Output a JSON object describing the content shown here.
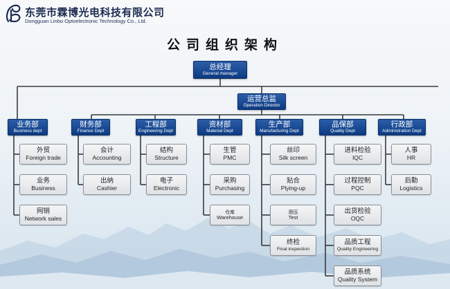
{
  "company": {
    "name_cn": "东莞市霖博光电科技有限公司",
    "name_en": "Dongguan Linbo Optoelectronic Technology Co., Ltd."
  },
  "title": "公司组织架构",
  "colors": {
    "dept_box": "#0d3b82",
    "sub_box": "#e6e8ea",
    "line": "#3a3a3a"
  },
  "general_manager": {
    "cn": "总经理",
    "en": "General manager"
  },
  "operation_director": {
    "cn": "运营总监",
    "en": "Operation Director"
  },
  "departments": [
    {
      "cn": "业务部",
      "en": "Business dept",
      "subs": [
        {
          "cn": "外贸",
          "en": "Foreign trade"
        },
        {
          "cn": "业务",
          "en": "Business"
        },
        {
          "cn": "网销",
          "en": "Network sales"
        }
      ]
    },
    {
      "cn": "财务部",
      "en": "Finance Dept",
      "subs": [
        {
          "cn": "会计",
          "en": "Accounting"
        },
        {
          "cn": "出纳",
          "en": "Cashier"
        }
      ]
    },
    {
      "cn": "工程部",
      "en": "Engineering Dept",
      "subs": [
        {
          "cn": "结构",
          "en": "Structure"
        },
        {
          "cn": "电子",
          "en": "Electronic"
        }
      ]
    },
    {
      "cn": "资材部",
      "en": "Material Dept",
      "subs": [
        {
          "cn": "生管",
          "en": "PMC"
        },
        {
          "cn": "采购",
          "en": "Purchasing"
        },
        {
          "cn": "仓库",
          "en": "Warehouse"
        }
      ]
    },
    {
      "cn": "生产部",
      "en": "Manufacturing Dept",
      "subs": [
        {
          "cn": "丝印",
          "en": "Silk screen"
        },
        {
          "cn": "贴合",
          "en": "Plying-up"
        },
        {
          "cn": "测压",
          "en": "Test"
        },
        {
          "cn": "终检",
          "en": "Final inspection"
        }
      ]
    },
    {
      "cn": "品保部",
      "en": "Quality Dept",
      "subs": [
        {
          "cn": "进料检验",
          "en": "IQC"
        },
        {
          "cn": "过程控制",
          "en": "PQC"
        },
        {
          "cn": "出货检验",
          "en": "OQC"
        },
        {
          "cn": "品质工程",
          "en": "Quality Engineering"
        },
        {
          "cn": "品质系统",
          "en": "Quality System"
        }
      ]
    },
    {
      "cn": "行政部",
      "en": "Administration Dept",
      "subs": [
        {
          "cn": "人事",
          "en": "HR"
        },
        {
          "cn": "后勤",
          "en": "Logistics"
        }
      ]
    }
  ]
}
